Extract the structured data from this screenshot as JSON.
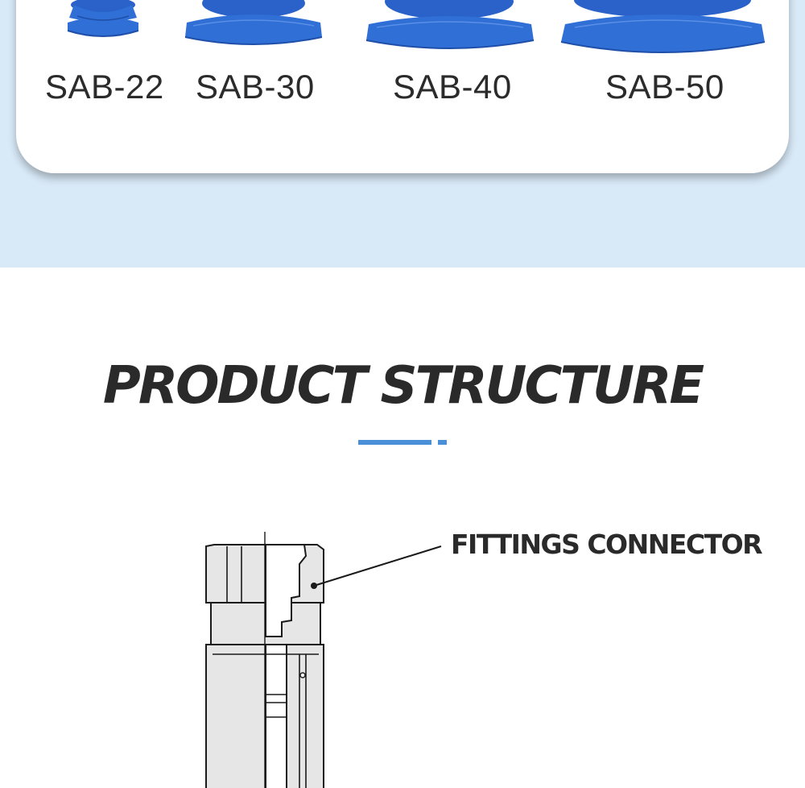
{
  "models": [
    {
      "label": "SAB-22"
    },
    {
      "label": "SAB-30"
    },
    {
      "label": "SAB-40"
    },
    {
      "label": "SAB-50"
    }
  ],
  "section": {
    "title": "PRODUCT STRUCTURE"
  },
  "diagram": {
    "callout": "FITTINGS CONNECTOR"
  },
  "colors": {
    "band": "#d8e9f7",
    "cup_blue": "#2f6fd6",
    "accent": "#4a90d9",
    "text": "#2a2a2a"
  }
}
